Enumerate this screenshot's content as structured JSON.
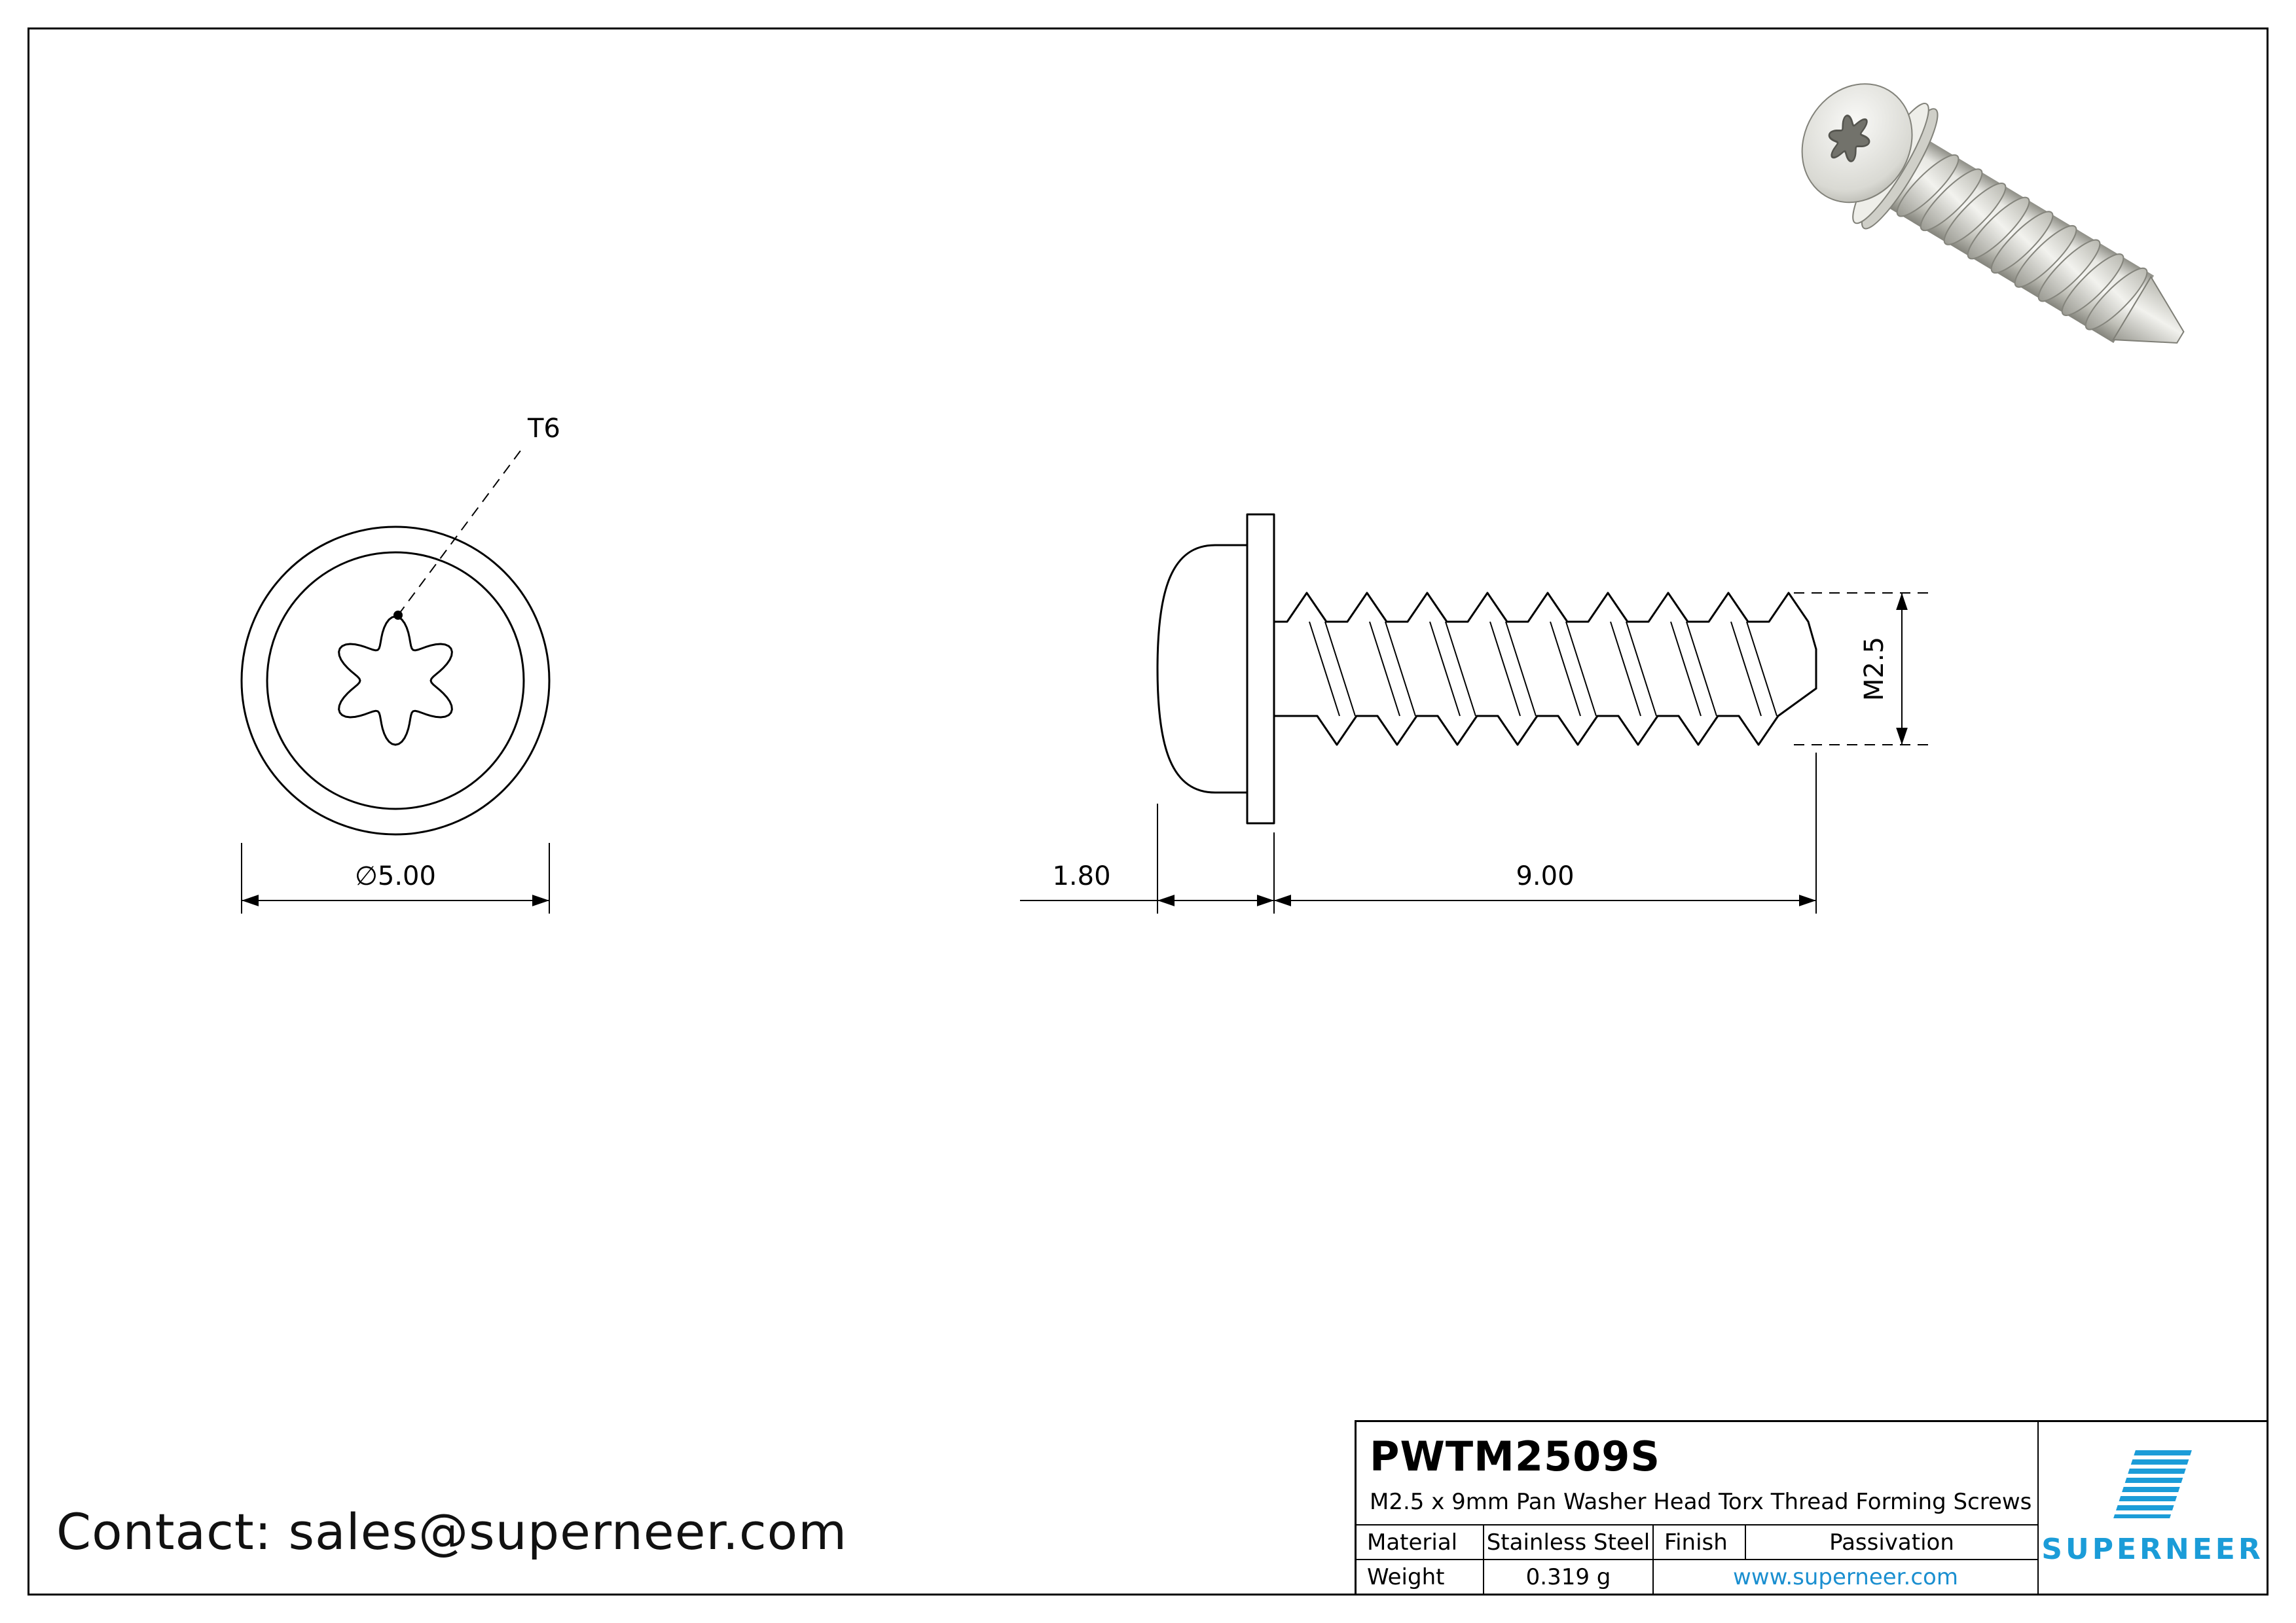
{
  "drawing": {
    "front_view": {
      "drive_label": "T6",
      "diameter_label": "∅5.00"
    },
    "side_view": {
      "head_height_label": "1.80",
      "length_label": "9.00",
      "thread_size_label": "M2.5"
    }
  },
  "contact": {
    "text": "Contact: sales@superneer.com"
  },
  "title_block": {
    "part_number": "PWTM2509S",
    "description": "M2.5 x 9mm Pan Washer Head Torx Thread Forming Screws",
    "material_label": "Material",
    "material_value": "Stainless Steel",
    "finish_label": "Finish",
    "finish_value": "Passivation",
    "weight_label": "Weight",
    "weight_value": "0.319 g",
    "website": "www.superneer.com",
    "brand": {
      "name": "SUPERNEER",
      "color": "#1b9cd8"
    },
    "link_color": "#1b8fd0"
  }
}
